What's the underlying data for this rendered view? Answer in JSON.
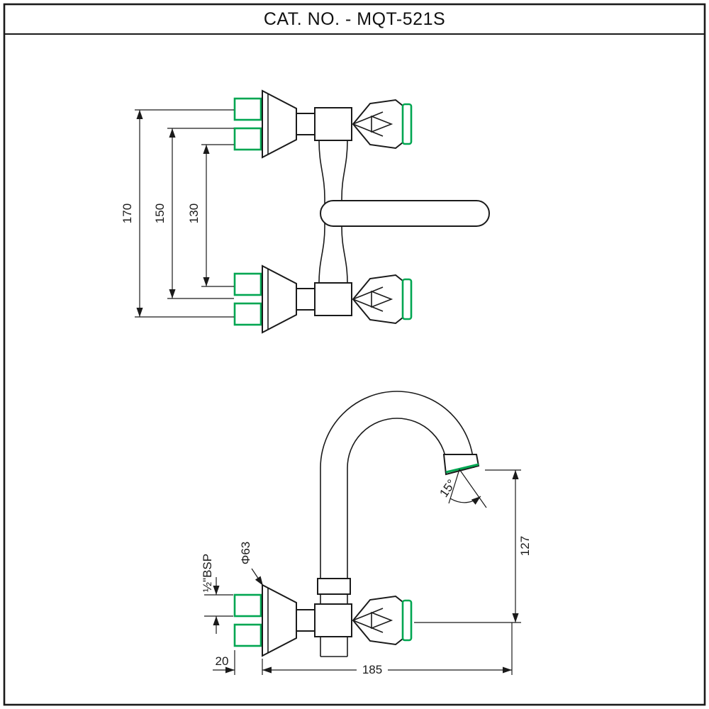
{
  "title": "CAT. NO. - MQT-521S",
  "views": {
    "front": {
      "label": "wall-mixer-front-elevation",
      "dimensions": {
        "overall_height": "170",
        "outer_centers": "150",
        "inner_centers": "130"
      }
    },
    "side": {
      "label": "wall-mixer-side-elevation",
      "dimensions": {
        "spout_angle": "15°",
        "outlet_height": "127",
        "flange_diameter": "Φ63",
        "inlet_thread": "½\"BSP",
        "wall_offset": "20",
        "spout_reach": "185"
      }
    }
  },
  "colors": {
    "line": "#1a1a1a",
    "accent_green": "#00a651",
    "background": "#ffffff"
  }
}
